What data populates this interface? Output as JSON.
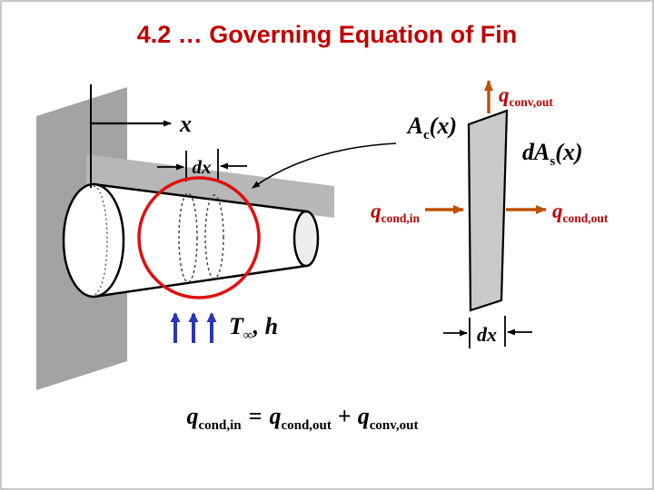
{
  "title": "4.2 … Governing Equation of Fin",
  "colors": {
    "title": "#c00000",
    "heat_label": "#c00000",
    "heat_arrow": "#c05000",
    "blue_arrow": "#2a35b8",
    "wall_gray": "#a3a3a3",
    "band_gray": "#b7b7b7",
    "element_gray": "#c9c9c9",
    "end_cap_gray": "#ededed",
    "circle_red": "#e01010",
    "border_gray": "#b5b5b5"
  },
  "fin_view": {
    "x_axis_label": "x",
    "dx_label": "dx",
    "ambient_label": {
      "main": "T",
      "sub": "∞",
      "rest": ", h"
    }
  },
  "element_view": {
    "cross_section_label": {
      "main": "A",
      "sub": "c",
      "rest": "(x)"
    },
    "surface_area_label": {
      "main": "dA",
      "sub": "s",
      "rest": "(x)"
    },
    "q_conv_out": {
      "main": "q",
      "sub": "conv,out"
    },
    "q_cond_in": {
      "main": "q",
      "sub": "cond,in"
    },
    "q_cond_out": {
      "main": "q",
      "sub": "cond,out"
    },
    "dx_label": "dx"
  },
  "equation": {
    "lhs": {
      "main": "q",
      "sub": "cond,in"
    },
    "equals": "=",
    "rhs1": {
      "main": "q",
      "sub": "cond,out"
    },
    "plus": "+",
    "rhs2": {
      "main": "q",
      "sub": "conv,out"
    }
  }
}
